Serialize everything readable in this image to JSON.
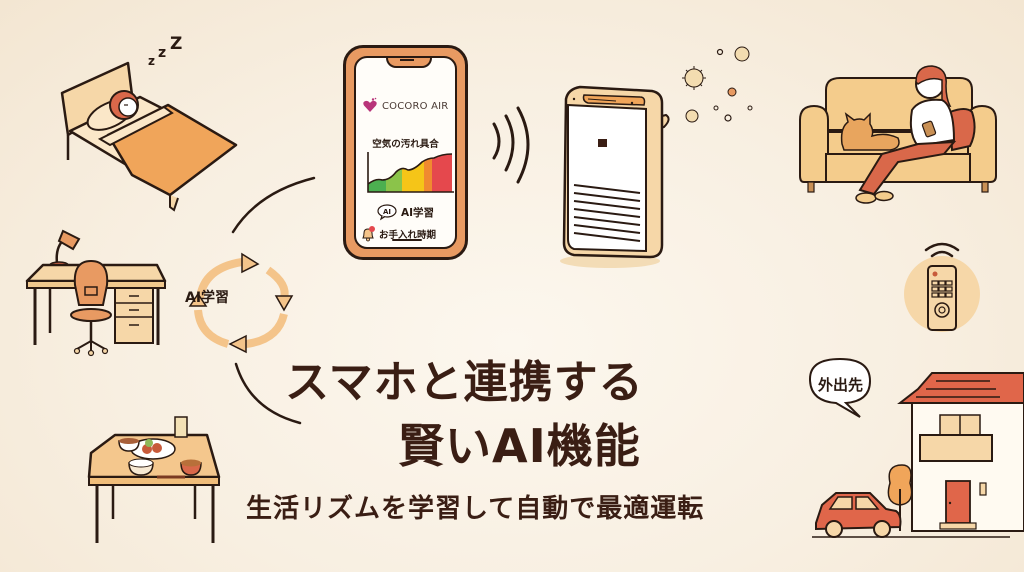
{
  "headline": {
    "line1": "スマホと連携する",
    "line2": "賢いAI機能",
    "subtitle": "生活リズムを学習して自動で最適運転"
  },
  "phone_app": {
    "brand": "COCORO AIR",
    "chart_title": "空気の汚れ具合",
    "ai_badge": "AI",
    "ai_label": "AI学習",
    "maintenance_label": "お手入れ時期",
    "chart_colors": [
      "#4caf50",
      "#8bc34a",
      "#f5c518",
      "#f08a30",
      "#e5484d"
    ]
  },
  "cycle": {
    "label": "AI学習",
    "arrow_color": "#f4c48a"
  },
  "bubble": {
    "label": "外出先"
  },
  "scenes": [
    {
      "name": "sleeping-in-bed",
      "sound": "zzZ"
    },
    {
      "name": "desk-with-chair"
    },
    {
      "name": "dining-table-meal"
    },
    {
      "name": "woman-on-sofa-with-cat"
    },
    {
      "name": "remote-control"
    },
    {
      "name": "house-with-car"
    }
  ],
  "colors": {
    "accent_orange": "#e89a62",
    "light_peach": "#f6d7a8",
    "brick": "#e0664a",
    "outline": "#2a1a12",
    "text": "#3a1e14"
  }
}
